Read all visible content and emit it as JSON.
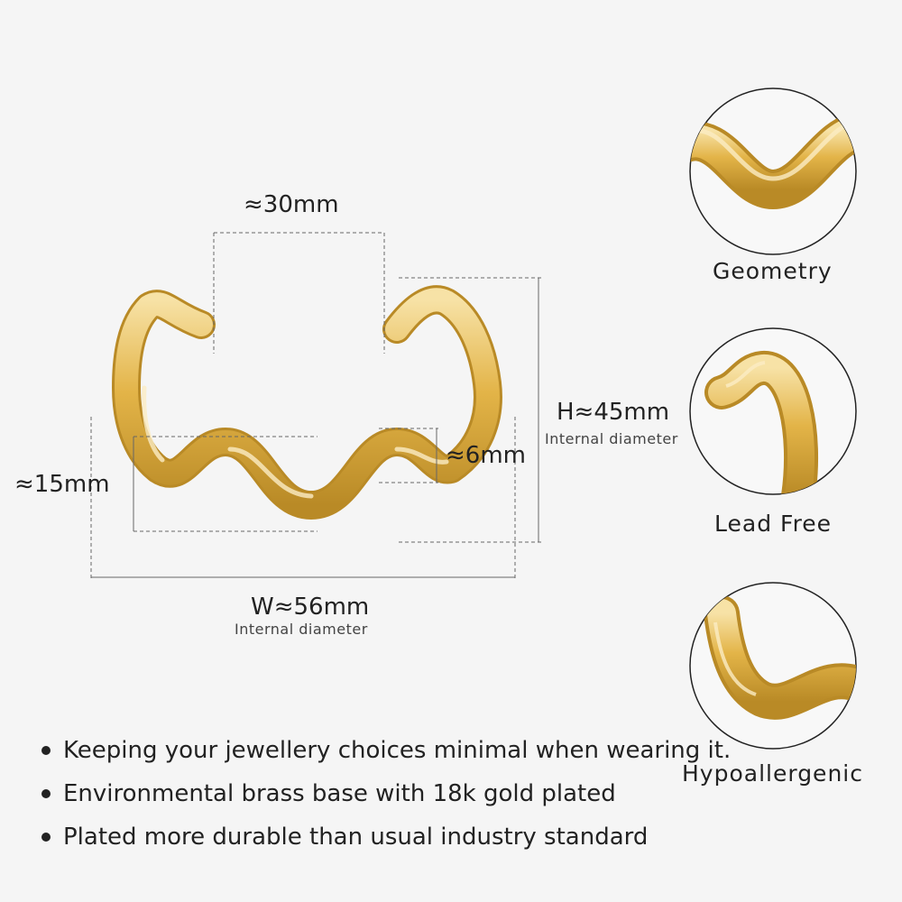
{
  "product": {
    "dimensions": {
      "gap": "≈30mm",
      "height": "H≈45mm",
      "height_sub": "Internal diameter",
      "width": "W≈56mm",
      "width_sub": "Internal diameter",
      "wave_height": "≈15mm",
      "thickness": "≈6mm"
    },
    "features": [
      {
        "label": "Geometry"
      },
      {
        "label": "Lead Free"
      },
      {
        "label": "Hypoallergenic"
      }
    ],
    "bullets": [
      "Keeping your jewellery choices minimal when wearing it.",
      "Environmental brass base with 18k gold plated",
      "Plated more durable than usual industry standard"
    ],
    "colors": {
      "gold": "#e3b448",
      "gold_dark": "#b98a26",
      "gold_light": "#f7e2a6",
      "background": "#f5f5f5"
    }
  }
}
